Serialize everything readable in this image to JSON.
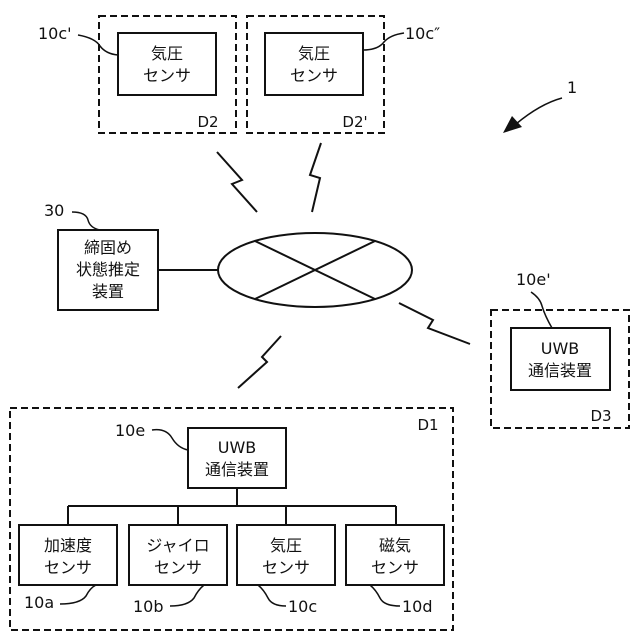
{
  "system_ref": "1",
  "network_devices": [
    {
      "ref": "10c'",
      "line1": "気圧",
      "line2": "センサ",
      "group": "D2"
    },
    {
      "ref": "10c″",
      "line1": "気圧",
      "line2": "センサ",
      "group": "D2'"
    }
  ],
  "estimator": {
    "ref": "30",
    "line1": "締固め",
    "line2": "状態推定",
    "line3": "装置"
  },
  "uwb_remote": {
    "ref": "10e'",
    "line1": "UWB",
    "line2": "通信装置",
    "group": "D3"
  },
  "d1": {
    "group": "D1",
    "uwb": {
      "ref": "10e",
      "line1": "UWB",
      "line2": "通信装置"
    },
    "sensors": [
      {
        "ref": "10a",
        "line1": "加速度",
        "line2": "センサ"
      },
      {
        "ref": "10b",
        "line1": "ジャイロ",
        "line2": "センサ"
      },
      {
        "ref": "10c",
        "line1": "気圧",
        "line2": "センサ"
      },
      {
        "ref": "10d",
        "line1": "磁気",
        "line2": "センサ"
      }
    ]
  }
}
